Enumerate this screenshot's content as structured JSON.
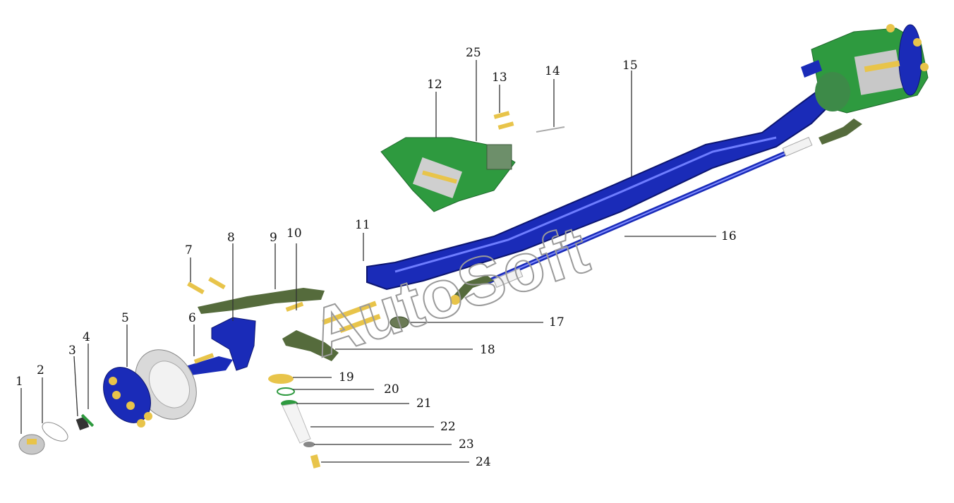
{
  "diagram": {
    "callouts": [
      "1",
      "2",
      "3",
      "4",
      "5",
      "6",
      "7",
      "8",
      "9",
      "10",
      "11",
      "12",
      "13",
      "14",
      "15",
      "16",
      "17",
      "18",
      "19",
      "20",
      "21",
      "22",
      "23",
      "24",
      "25"
    ],
    "watermark": "AutoSoft"
  },
  "colors": {
    "axle_blue": "#1a2bb8",
    "axle_dark": "#0c1570",
    "bracket_green": "#2e9a3f",
    "bolt_yellow": "#e8c44a",
    "arm_olive": "#556b3c"
  }
}
